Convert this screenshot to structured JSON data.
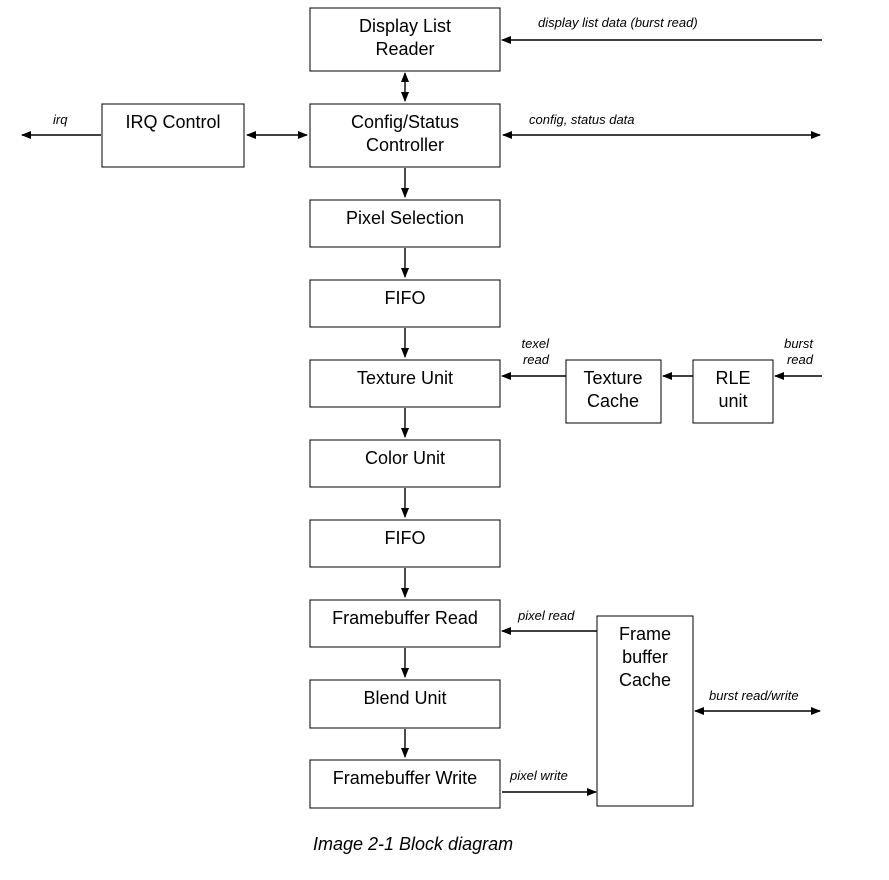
{
  "blocks": {
    "display_list_reader": [
      "Display List",
      "Reader"
    ],
    "config_status_controller": [
      "Config/Status",
      "Controller"
    ],
    "irq_control": [
      "IRQ Control"
    ],
    "pixel_selection": [
      "Pixel Selection"
    ],
    "fifo_1": [
      "FIFO"
    ],
    "texture_unit": [
      "Texture Unit"
    ],
    "texture_cache": [
      "Texture",
      "Cache"
    ],
    "rle_unit": [
      "RLE",
      "unit"
    ],
    "color_unit": [
      "Color Unit"
    ],
    "fifo_2": [
      "FIFO"
    ],
    "framebuffer_read": [
      "Framebuffer Read"
    ],
    "blend_unit": [
      "Blend Unit"
    ],
    "framebuffer_write": [
      "Framebuffer Write"
    ],
    "framebuffer_cache": [
      "Frame",
      "buffer",
      "Cache"
    ]
  },
  "labels": {
    "display_list_data": [
      "display list data (burst read)"
    ],
    "irq": [
      "irq"
    ],
    "config_status_data": [
      "config, status  data"
    ],
    "texel_read": [
      "texel",
      "read"
    ],
    "burst_read": [
      "burst",
      "read"
    ],
    "pixel_read": [
      "pixel read"
    ],
    "burst_read_write": [
      "burst read/write"
    ],
    "pixel_write": [
      "pixel write"
    ]
  },
  "caption": "Image 2-1 Block diagram"
}
